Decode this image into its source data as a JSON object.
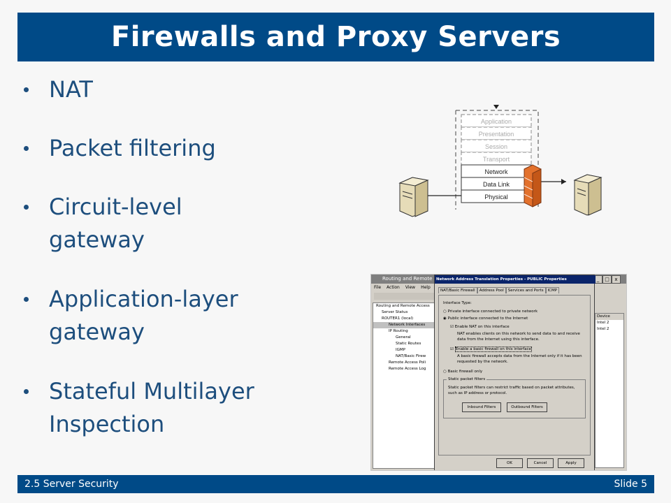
{
  "slide": {
    "title": "Firewalls and Proxy Servers",
    "bullets": [
      {
        "line1": "NAT",
        "line2": ""
      },
      {
        "line1": "Packet filtering",
        "line2": ""
      },
      {
        "line1": "Circuit-level",
        "line2": "gateway"
      },
      {
        "line1": "Application-layer",
        "line2": "gateway"
      },
      {
        "line1": "Stateful Multilayer",
        "line2": "Inspection"
      }
    ],
    "colors": {
      "title_bar": "#004a87",
      "bullet_text": "#1d4e7d",
      "background": "#f7f7f7"
    }
  },
  "diagram": {
    "layers": [
      "Application",
      "Presentation",
      "Session",
      "Transport",
      "Network",
      "Data Link",
      "Physical"
    ],
    "icons": [
      "server-icon",
      "firewall-brick-icon",
      "server-icon"
    ]
  },
  "screenshot": {
    "main_window_title": "Routing and Remote Ac",
    "main_menu": [
      "File",
      "Action",
      "View",
      "Help"
    ],
    "tree": [
      "Routing and Remote Access",
      "Server Status",
      "ROUTER1 (local)",
      "Network Interfaces",
      "IP Routing",
      "General",
      "Static Routes",
      "IGMP",
      "NAT/Basic Firew",
      "Remote Access Poli",
      "Remote Access Log"
    ],
    "right_columns": [
      "Device",
      "Intel 2",
      "Intel 2"
    ],
    "dialog_title": "Network Address Translation Properties - PUBLIC Properties",
    "tabs": [
      "NAT/Basic Firewall",
      "Address Pool",
      "Services and Ports",
      "ICMP"
    ],
    "interface_type_label": "Interface Type:",
    "opt_private": "Private interface connected to private network",
    "opt_public": "Public interface connected to the Internet",
    "chk_nat": "Enable NAT on this interface",
    "nat_desc": "NAT enables clients on this network to send data to and receive data from the Internet using this interface.",
    "chk_firewall": "Enable a basic firewall on this interface",
    "firewall_desc": "A basic firewall accepts data from the Internet only if it has been requested by the network.",
    "opt_basic": "Basic firewall only",
    "static_filters_label": "Static packet filters",
    "static_desc": "Static packet filters can restrict traffic based on packet attributes, such as IP address or protocol.",
    "btn_inbound": "Inbound Filters",
    "btn_outbound": "Outbound Filters",
    "btn_ok": "OK",
    "btn_cancel": "Cancel",
    "btn_apply": "Apply"
  },
  "footer": {
    "section": "2.5 Server Security",
    "slide_number": "Slide 5"
  }
}
